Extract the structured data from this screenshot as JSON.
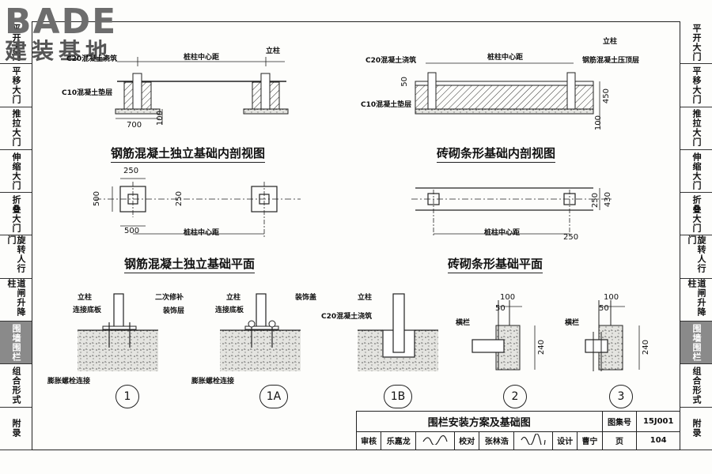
{
  "logo": {
    "line1": "BADE",
    "line2": "建装基地"
  },
  "side_tabs": {
    "left": [
      "平开大门",
      "平移大门",
      "推拉大门",
      "伸缩大门",
      "折叠大门",
      "旋转人行门",
      "道闸升降柱",
      "围墙围栏",
      "组合形式",
      "附录"
    ],
    "right": [
      "平开大门",
      "平移大门",
      "推拉大门",
      "伸缩大门",
      "折叠大门",
      "旋转人行门",
      "道闸升降柱",
      "围墙围栏",
      "组合形式",
      "附录"
    ],
    "active_index": 7
  },
  "drawings": {
    "d1": {
      "title": "钢筋混凝土独立基础内剖视图",
      "post": "立柱",
      "c20": "C20混凝土浇筑",
      "c10": "C10混凝土垫层",
      "spacing": "桩柱中心距",
      "dim_700": "700",
      "dim_100": "100"
    },
    "d2": {
      "title": "砖砌条形基础内剖视图",
      "post": "立柱",
      "c20": "C20混凝土浇筑",
      "c10": "C10混凝土垫层",
      "cap": "钢筋混凝土压顶层",
      "spacing": "桩柱中心距",
      "dim_50": "50",
      "dim_450": "450",
      "dim_100": "100"
    },
    "d3": {
      "title": "钢筋混凝土独立基础平面",
      "dim_250": "250",
      "dim_500a": "500",
      "dim_250b": "250",
      "dim_500b": "500",
      "spacing": "桩柱中心距"
    },
    "d4": {
      "title": "砖砌条形基础平面",
      "dim_250": "250",
      "dim_430": "430",
      "dim_250b": "250",
      "spacing": "桩柱中心距"
    },
    "det1": {
      "post": "立柱",
      "plate": "连接底板",
      "grout": "二次修补",
      "finish": "装饰层",
      "bolt": "膨胀螺栓连接",
      "num": "1"
    },
    "det1a": {
      "post": "立柱",
      "plate": "连接底板",
      "cover": "装饰盖",
      "bolt": "膨胀螺栓连接",
      "num": "1A"
    },
    "det1b": {
      "post": "立柱",
      "c20": "C20混凝土浇筑",
      "num": "1B"
    },
    "det2": {
      "rail": "横栏",
      "dim_100": "100",
      "dim_50": "50",
      "dim_240": "240",
      "num": "2"
    },
    "det3": {
      "rail": "横栏",
      "dim_100": "100",
      "dim_50": "50",
      "dim_240": "240",
      "num": "3"
    }
  },
  "titleblock": {
    "title": "围栏安装方案及基础图",
    "atlas_label": "图集号",
    "atlas_no": "15J001",
    "review_label": "审核",
    "reviewer": "乐嘉龙",
    "check_label": "校对",
    "checker": "张林浩",
    "design_label": "设计",
    "designer": "曹宁",
    "page_label": "页",
    "page_no": "104"
  }
}
